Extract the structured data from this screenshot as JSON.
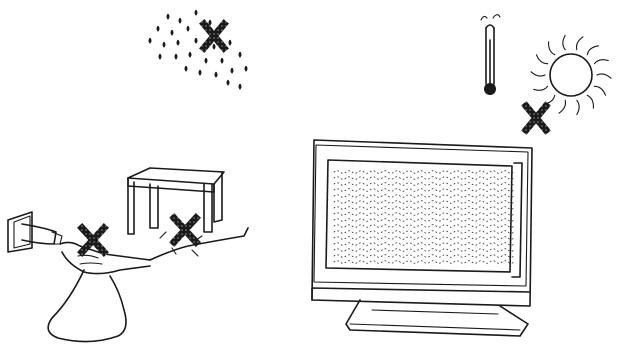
{
  "illustration": {
    "panels": [
      {
        "id": "rain",
        "icon": "rain-icon",
        "prohibited": true
      },
      {
        "id": "heat-sun",
        "icon": "sun-thermometer-icon",
        "prohibited": true
      },
      {
        "id": "power-cord",
        "icon": "plug-cord-icon",
        "prohibited": true
      },
      {
        "id": "table-on-cord",
        "icon": "table-icon",
        "prohibited": true
      },
      {
        "id": "television",
        "icon": "tv-icon",
        "prohibited": false
      }
    ],
    "colors": {
      "line": "#1a1a1a",
      "background": "#ffffff",
      "cross": "#2a2a2a"
    }
  }
}
